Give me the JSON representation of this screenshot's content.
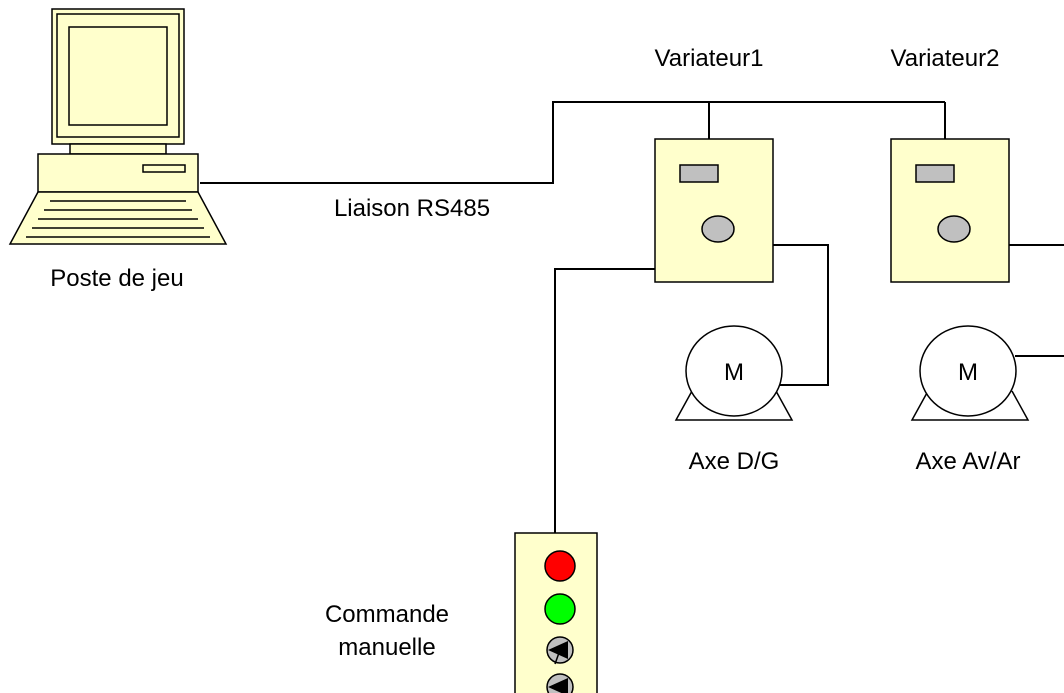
{
  "labels": {
    "computer": "Poste de jeu",
    "link": "Liaison RS485",
    "drive1": "Variateur1",
    "drive2": "Variateur2",
    "axis1": "Axe D/G",
    "axis2": "Axe Av/Ar",
    "pendant_line1": "Commande",
    "pendant_line2": "manuelle",
    "motor1_letter": "M",
    "motor2_letter": "M"
  },
  "colors": {
    "box_fill": "#ffffcc",
    "stroke": "#000000",
    "display_fill": "#c0c0c0",
    "knob_fill": "#c0c0c0",
    "red_light": "#ff0000",
    "green_light": "#00ff00",
    "button_fill": "#c0c0c0",
    "motor_fill": "#ffffff"
  }
}
